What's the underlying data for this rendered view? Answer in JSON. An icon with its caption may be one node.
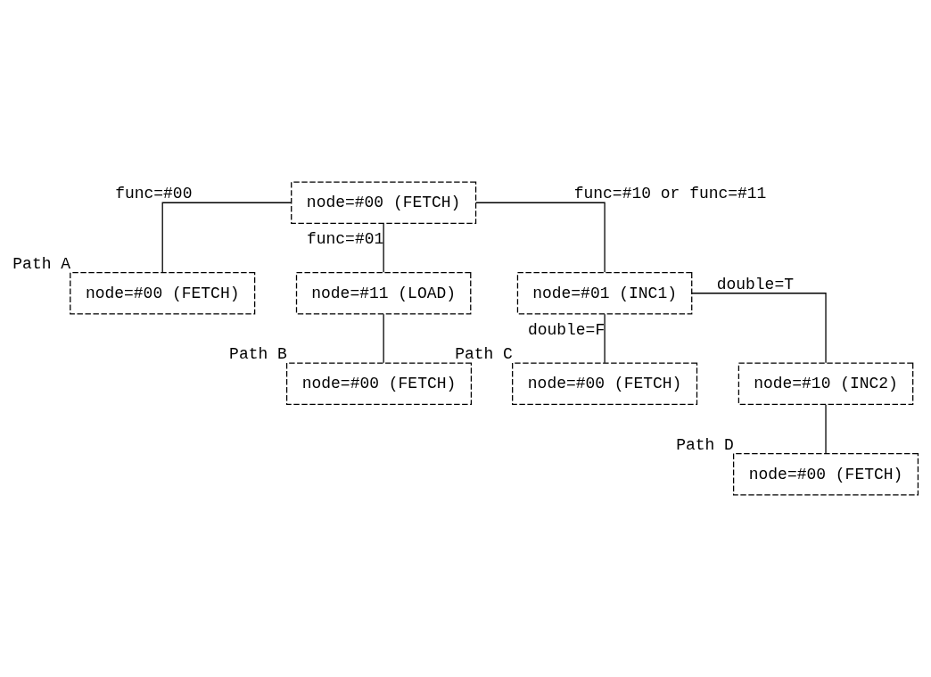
{
  "diagram": {
    "nodes": [
      {
        "text": [
          "node=#00 (FETCH)"
        ]
      },
      {
        "text": [
          "node=#00 (FETCH)"
        ],
        "beside": [
          "Path A"
        ]
      },
      {
        "text": [
          "node=#11 (LOAD)"
        ]
      },
      {
        "text": [
          "node=#01 (INC1)"
        ]
      },
      {
        "text": [
          "node=#00 (FETCH)"
        ],
        "beside": [
          "Path B"
        ]
      },
      {
        "text": [
          "node=#00 (FETCH)"
        ],
        "beside": [
          "Path C"
        ]
      },
      {
        "text": [
          "node=#10 (INC2)"
        ]
      },
      {
        "text": [
          "node=#00 (FETCH)"
        ],
        "beside": [
          "Path D"
        ]
      }
    ],
    "edges": [
      {
        "from": 0,
        "to": 1,
        "arrow": "none",
        "label": "func=#00"
      },
      {
        "from": 0,
        "to": 2,
        "arrow": "none",
        "label": "func=#01"
      },
      {
        "from": 0,
        "to": 3,
        "arrow": "none",
        "label": "func=#10 or func=#11"
      },
      {
        "from": 2,
        "to": 4,
        "arrow": "none"
      },
      {
        "from": 3,
        "to": 5,
        "arrow": "none",
        "label": "double=F"
      },
      {
        "from": 3,
        "to": 6,
        "arrow": "none",
        "label": "double=T"
      },
      {
        "from": 6,
        "to": 7,
        "arrow": "none"
      }
    ]
  }
}
